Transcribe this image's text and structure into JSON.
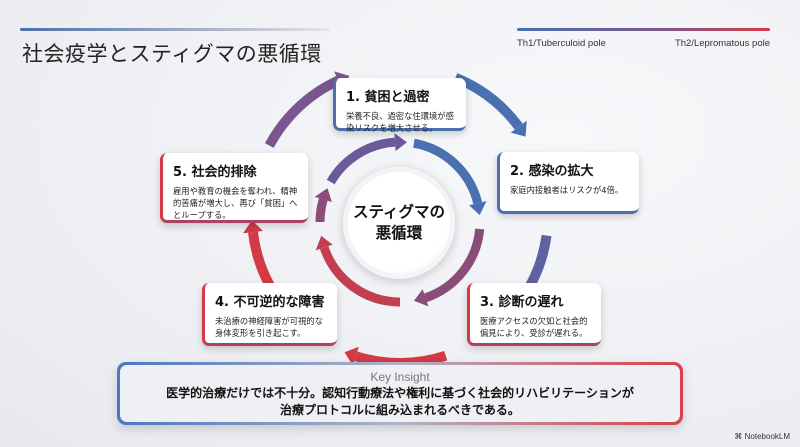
{
  "header": {
    "title": "社会疫学とスティグマの悪循環",
    "legend": {
      "left": "Th1/Tuberculoid pole",
      "right": "Th2/Lepromatous pole"
    }
  },
  "center": {
    "line1": "スティグマの",
    "line2": "悪循環"
  },
  "cards": [
    {
      "title": "1. 貧困と過密",
      "body": "栄養不良、過密な住環境が感染リスクを増大させる。"
    },
    {
      "title": "2. 感染の拡大",
      "body": "家庭内接触者はリスクが4倍。"
    },
    {
      "title": "3. 診断の遅れ",
      "body": "医療アクセスの欠如と社会的偏見により、受診が遅れる。"
    },
    {
      "title": "4. 不可逆的な障害",
      "body": "未治療の神経障害が可視的な身体変形を引き起こす。"
    },
    {
      "title": "5. 社会的排除",
      "body": "雇用や教育の機会を奪われ、精神的苦痛が増大し、再び「貧困」へとループする。"
    }
  ],
  "insight": {
    "label": "Key Insight",
    "line1": "医学的治療だけでは不十分。認知行動療法や権利に基づく社会的リハビリテーションが",
    "line2": "治療プロトコルに組み込まれるべきである。"
  },
  "brand": "NotebookLM",
  "colors": {
    "blue": "#4a70b0",
    "purple": "#7a5590",
    "red": "#d23a46"
  }
}
